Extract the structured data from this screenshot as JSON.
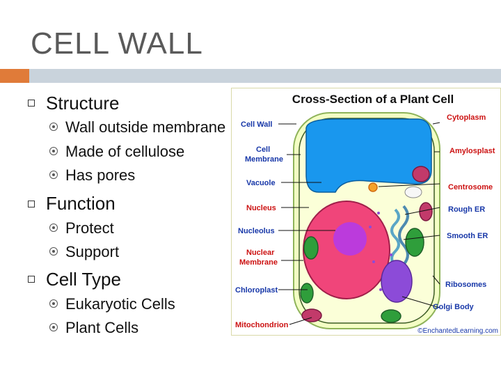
{
  "slide": {
    "title": "CELL WALL"
  },
  "sections": [
    {
      "heading": "Structure",
      "items": [
        "Wall outside membrane",
        "Made of cellulose",
        "Has pores"
      ]
    },
    {
      "heading": "Function",
      "items": [
        "Protect",
        "Support"
      ]
    },
    {
      "heading": "Cell Type",
      "items": [
        "Eukaryotic Cells",
        "Plant Cells"
      ]
    }
  ],
  "diagram": {
    "title": "Cross-Section of a Plant Cell",
    "left_labels": [
      "Cell Wall",
      "Cell",
      "Membrane",
      "Vacuole",
      "Nucleus",
      "Nucleolus",
      "Nuclear",
      "Membrane",
      "Chloroplast",
      "Mitochondrion"
    ],
    "right_labels": [
      "Cytoplasm",
      "Amylosplast",
      "Centrosome",
      "Rough ER",
      "Smooth ER",
      "Ribosomes",
      "Golgi Body"
    ],
    "credit": "©EnchantedLearning.com",
    "colors": {
      "wall": "#f3ffc4",
      "cytoplasm": "#fbffd8",
      "vacuole": "#1997ee",
      "nucleus": "#f0457a",
      "nucleolus": "#bb3bdc",
      "chloroplast": "#2f9e3b",
      "mitochondria": "#c23a6a",
      "golgi": "#8c4bd8",
      "er": "#5aa6c6",
      "label_blue": "#1737a8",
      "label_red": "#cc1111"
    }
  }
}
